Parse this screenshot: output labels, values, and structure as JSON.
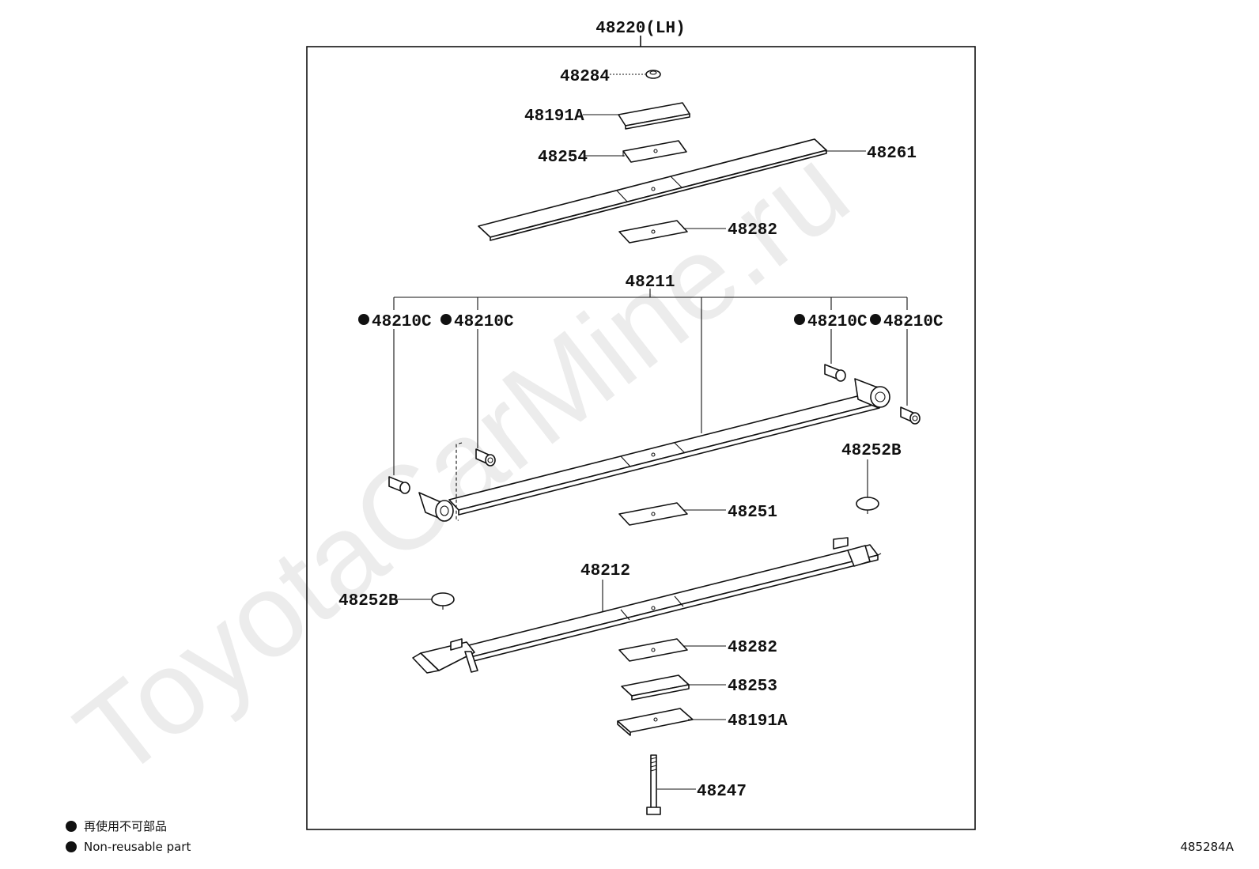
{
  "diagram": {
    "assembly_label": "48220(LH)",
    "watermark": "ToyotaCarMine.ru",
    "image_code": "485284A",
    "legend": {
      "items": [
        {
          "symbol": "filled-circle-icon",
          "text": "再使用不可部品"
        },
        {
          "symbol": "filled-circle-icon",
          "text": "Non-reusable part"
        }
      ]
    },
    "callouts": {
      "c48284": "48284",
      "c48191a_top": "48191A",
      "c48254": "48254",
      "c48261": "48261",
      "c48282_top": "48282",
      "c48211": "48211",
      "c48210c_1": "48210C",
      "c48210c_2": "48210C",
      "c48210c_3": "48210C",
      "c48210c_4": "48210C",
      "c48252b_right": "48252B",
      "c48251": "48251",
      "c48212": "48212",
      "c48252b_left": "48252B",
      "c48282_bottom": "48282",
      "c48253": "48253",
      "c48191a_bottom": "48191A",
      "c48247": "48247"
    }
  }
}
